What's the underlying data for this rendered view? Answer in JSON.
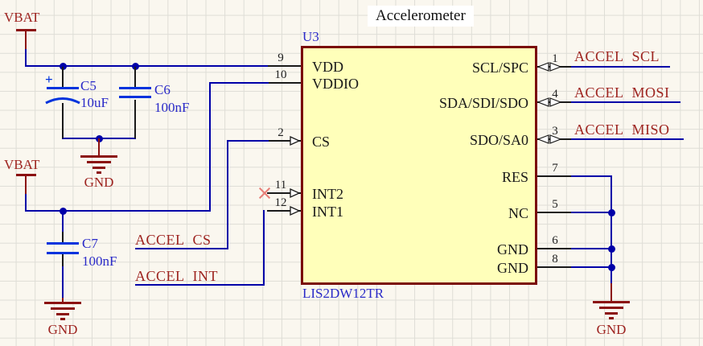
{
  "title": "Accelerometer",
  "ic": {
    "designator": "U3",
    "part_number": "LIS2DW12TR",
    "left_pins": [
      {
        "number": "9",
        "name": "VDD"
      },
      {
        "number": "10",
        "name": "VDDIO"
      },
      {
        "number": "2",
        "name": "CS"
      },
      {
        "number": "11",
        "name": "INT2"
      },
      {
        "number": "12",
        "name": "INT1"
      }
    ],
    "right_pins": [
      {
        "number": "1",
        "name": "SCL/SPC"
      },
      {
        "number": "4",
        "name": "SDA/SDI/SDO"
      },
      {
        "number": "3",
        "name": "SDO/SA0"
      },
      {
        "number": "7",
        "name": "RES"
      },
      {
        "number": "5",
        "name": "NC"
      },
      {
        "number": "6",
        "name": "GND"
      },
      {
        "number": "8",
        "name": "GND"
      }
    ]
  },
  "capacitors": [
    {
      "designator": "C5",
      "value": "10uF",
      "polarity_mark": "+"
    },
    {
      "designator": "C6",
      "value": "100nF"
    },
    {
      "designator": "C7",
      "value": "100nF"
    }
  ],
  "net_labels": {
    "scl": "ACCEL  SCL",
    "mosi": "ACCEL  MOSI",
    "miso": "ACCEL  MISO",
    "cs": "ACCEL  CS",
    "int": "ACCEL  INT"
  },
  "power_ports": {
    "vbat_top": "VBAT",
    "vbat_bottom": "VBAT",
    "gnd_decoupling": "GND",
    "gnd_c7": "GND",
    "gnd_ic": "GND"
  },
  "colors": {
    "wire": "#0000A8",
    "capacitor": "#0033DD",
    "designator_text": "#2A2AC8",
    "net_label_text": "#9E2420",
    "power_symbol": "#8B1111",
    "ic_fill": "#FFFFBA",
    "ic_border": "#7A0A0A",
    "background": "#FAF7EF"
  }
}
